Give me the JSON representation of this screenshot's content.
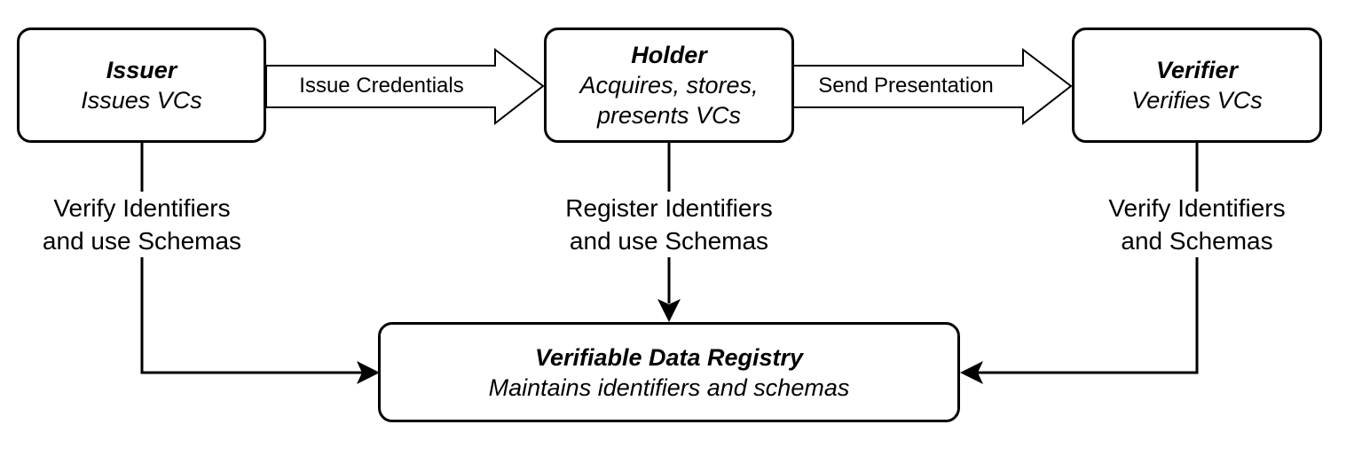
{
  "nodes": {
    "issuer": {
      "title": "Issuer",
      "subtitle": "Issues VCs"
    },
    "holder": {
      "title": "Holder",
      "line1": "Acquires, stores,",
      "line2": "presents VCs"
    },
    "verifier": {
      "title": "Verifier",
      "subtitle": "Verifies VCs"
    },
    "registry": {
      "title": "Verifiable Data Registry",
      "subtitle": "Maintains identifiers and schemas"
    }
  },
  "edges": {
    "issue": "Issue Credentials",
    "send": "Send Presentation",
    "issuer_registry": {
      "line1": "Verify Identifiers",
      "line2": "and use Schemas"
    },
    "holder_registry": {
      "line1": "Register Identifiers",
      "line2": "and use Schemas"
    },
    "verifier_registry": {
      "line1": "Verify Identifiers",
      "line2": "and Schemas"
    }
  }
}
